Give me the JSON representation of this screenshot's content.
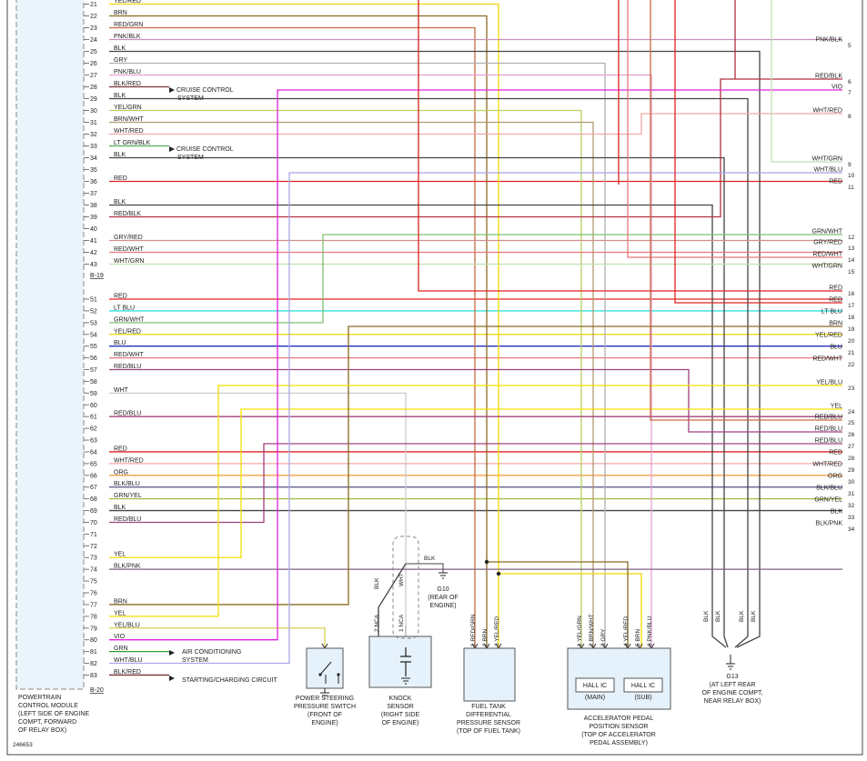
{
  "diagram_id": "246653",
  "connectors": {
    "b19": "B-19",
    "b20": "B-20"
  },
  "pcm_label": [
    "POWERTRAIN",
    "CONTROL MODULE",
    "(LEFT SIDE OF ENGINE",
    "COMPT, FORWARD",
    "OF RELAY BOX)"
  ],
  "pins": [
    {
      "n": "21",
      "wire": "YEL/RED",
      "color": "#f2d800"
    },
    {
      "n": "22",
      "wire": "BRN",
      "color": "#8a6a20"
    },
    {
      "n": "23",
      "wire": "RED/GRN",
      "color": "#c86a40"
    },
    {
      "n": "24",
      "wire": "PNK/BLK",
      "color": "#c890b8"
    },
    {
      "n": "25",
      "wire": "BLK",
      "color": "#444444"
    },
    {
      "n": "26",
      "wire": "GRY",
      "color": "#b0b0b0"
    },
    {
      "n": "27",
      "wire": "PNK/BLU",
      "color": "#e8a0d0"
    },
    {
      "n": "28",
      "wire": "BLK/RED",
      "color": "#7a3030"
    },
    {
      "n": "29",
      "wire": "BLK",
      "color": "#444444"
    },
    {
      "n": "30",
      "wire": "YEL/GRN",
      "color": "#b8d060"
    },
    {
      "n": "31",
      "wire": "BRN/WHT",
      "color": "#b09870"
    },
    {
      "n": "32",
      "wire": "WHT/RED",
      "color": "#f0a8a8"
    },
    {
      "n": "33",
      "wire": "LT GRN/BLK",
      "color": "#50b050"
    },
    {
      "n": "34",
      "wire": "BLK",
      "color": "#444444"
    },
    {
      "n": "35",
      "wire": "",
      "color": ""
    },
    {
      "n": "36",
      "wire": "RED",
      "color": "#e02020"
    },
    {
      "n": "37",
      "wire": "",
      "color": ""
    },
    {
      "n": "38",
      "wire": "BLK",
      "color": "#444444"
    },
    {
      "n": "39",
      "wire": "RED/BLK",
      "color": "#b03040"
    },
    {
      "n": "40",
      "wire": "",
      "color": ""
    },
    {
      "n": "41",
      "wire": "GRY/RED",
      "color": "#d09090"
    },
    {
      "n": "42",
      "wire": "RED/WHT",
      "color": "#e87878"
    },
    {
      "n": "43",
      "wire": "WHT/GRN",
      "color": "#c0e0b0"
    },
    {
      "n": "51",
      "wire": "RED",
      "color": "#e02020"
    },
    {
      "n": "52",
      "wire": "LT BLU",
      "color": "#30e0e0"
    },
    {
      "n": "53",
      "wire": "GRN/WHT",
      "color": "#80c070"
    },
    {
      "n": "54",
      "wire": "YEL/RED",
      "color": "#f2d800"
    },
    {
      "n": "55",
      "wire": "BLU",
      "color": "#2030c0"
    },
    {
      "n": "56",
      "wire": "RED/WHT",
      "color": "#e87878"
    },
    {
      "n": "57",
      "wire": "RED/BLU",
      "color": "#a04080"
    },
    {
      "n": "58",
      "wire": "",
      "color": ""
    },
    {
      "n": "59",
      "wire": "WHT",
      "color": "#cccccc"
    },
    {
      "n": "60",
      "wire": "",
      "color": ""
    },
    {
      "n": "61",
      "wire": "RED/BLU",
      "color": "#a04080"
    },
    {
      "n": "62",
      "wire": "",
      "color": ""
    },
    {
      "n": "63",
      "wire": "",
      "color": ""
    },
    {
      "n": "64",
      "wire": "RED",
      "color": "#e02020"
    },
    {
      "n": "65",
      "wire": "WHT/RED",
      "color": "#f0a8a8"
    },
    {
      "n": "66",
      "wire": "ORG",
      "color": "#f0a040"
    },
    {
      "n": "67",
      "wire": "BLK/BLU",
      "color": "#505088"
    },
    {
      "n": "68",
      "wire": "GRN/YEL",
      "color": "#a0c040"
    },
    {
      "n": "69",
      "wire": "BLK",
      "color": "#444444"
    },
    {
      "n": "70",
      "wire": "RED/BLU",
      "color": "#a04080"
    },
    {
      "n": "71",
      "wire": "",
      "color": ""
    },
    {
      "n": "72",
      "wire": "",
      "color": ""
    },
    {
      "n": "73",
      "wire": "YEL",
      "color": "#f2e000"
    },
    {
      "n": "74",
      "wire": "BLK/PNK",
      "color": "#806080"
    },
    {
      "n": "75",
      "wire": "",
      "color": ""
    },
    {
      "n": "76",
      "wire": "",
      "color": ""
    },
    {
      "n": "77",
      "wire": "BRN",
      "color": "#8a6a20"
    },
    {
      "n": "78",
      "wire": "YEL",
      "color": "#f2e000"
    },
    {
      "n": "79",
      "wire": "YEL/BLU",
      "color": "#d8d050"
    },
    {
      "n": "80",
      "wire": "VIO",
      "color": "#e020e0"
    },
    {
      "n": "81",
      "wire": "GRN",
      "color": "#30a030"
    },
    {
      "n": "82",
      "wire": "WHT/BLU",
      "color": "#a8a8e8"
    },
    {
      "n": "83",
      "wire": "BLK/RED",
      "color": "#7a3030"
    }
  ],
  "pin_notes": {
    "28": [
      "CRUISE CONTROL",
      "SYSTEM"
    ],
    "33": [
      "CRUISE CONTROL",
      "SYSTEM"
    ],
    "81": [
      "AIR CONDITIONING",
      "SYSTEM"
    ],
    "83": [
      "STARTING/CHARGING CIRCUIT"
    ]
  },
  "right_terminals": [
    {
      "n": "5",
      "wire": "PNK/BLK"
    },
    {
      "n": "6",
      "wire": "RED/BLK"
    },
    {
      "n": "7",
      "wire": "VIO"
    },
    {
      "n": "8",
      "wire": "WHT/RED"
    },
    {
      "n": "9",
      "wire": "WHT/GRN"
    },
    {
      "n": "10",
      "wire": "WHT/BLU"
    },
    {
      "n": "11",
      "wire": "RED"
    },
    {
      "n": "12",
      "wire": "GRN/WHT"
    },
    {
      "n": "13",
      "wire": "GRY/RED"
    },
    {
      "n": "14",
      "wire": "RED/WHT"
    },
    {
      "n": "15",
      "wire": "WHT/GRN"
    },
    {
      "n": "16",
      "wire": "RED"
    },
    {
      "n": "17",
      "wire": "RED"
    },
    {
      "n": "18",
      "wire": "LT BLU"
    },
    {
      "n": "19",
      "wire": "BRN"
    },
    {
      "n": "20",
      "wire": "YEL/RED"
    },
    {
      "n": "21",
      "wire": "BLU"
    },
    {
      "n": "22",
      "wire": "RED/WHT"
    },
    {
      "n": "23",
      "wire": "YEL/BLU"
    },
    {
      "n": "24",
      "wire": "YEL"
    },
    {
      "n": "25",
      "wire": "RED/BLU"
    },
    {
      "n": "26",
      "wire": "RED/BLU"
    },
    {
      "n": "27",
      "wire": "RED/BLU"
    },
    {
      "n": "28",
      "wire": "RED"
    },
    {
      "n": "29",
      "wire": "WHT/RED"
    },
    {
      "n": "30",
      "wire": "ORG"
    },
    {
      "n": "31",
      "wire": "BLK/BLU"
    },
    {
      "n": "32",
      "wire": "GRN/YEL"
    },
    {
      "n": "33",
      "wire": "BLK"
    },
    {
      "n": "34",
      "wire": "BLK/PNK"
    }
  ],
  "components": {
    "ps_switch": [
      "POWER STEERING",
      "PRESSURE SWITCH",
      "(FRONT OF",
      "ENGINE)"
    ],
    "knock": [
      "KNOCK",
      "SENSOR",
      "(RIGHT SIDE",
      "OF ENGINE)"
    ],
    "knock_pins": [
      "2 NCA",
      "1 NCA"
    ],
    "knock_wires": [
      "BLK",
      "WHT"
    ],
    "knock_shield_wire": "BLK",
    "g10": [
      "G10",
      "(REAR OF",
      "ENGINE)"
    ],
    "fuel": [
      "FUEL TANK",
      "DIFFERENTIAL",
      "PRESSURE SENSOR",
      "(TOP OF FUEL TANK)"
    ],
    "fuel_pins": [
      "1 RED/GRN",
      "2 BRN",
      "3 YEL/RED"
    ],
    "app": [
      "ACCELERATOR PEDAL",
      "POSITION SENSOR",
      "(TOP OF ACCELERATOR",
      "PEDAL ASSEMBLY)"
    ],
    "app_pins": [
      "1 YEL/GRN",
      "2 BRN/WHT",
      "3 GRY",
      "4 YEL/RED",
      "5 BRN",
      "6 PNK/BLU"
    ],
    "hall_main": [
      "HALL IC",
      "(MAIN)"
    ],
    "hall_sub": [
      "HALL IC",
      "(SUB)"
    ],
    "g13_wires": [
      "BLK",
      "BLK",
      "BLK",
      "BLK"
    ],
    "g13": [
      "G13",
      "(AT LEFT REAR",
      "OF ENGINE COMPT,",
      "NEAR RELAY BOX)"
    ]
  }
}
